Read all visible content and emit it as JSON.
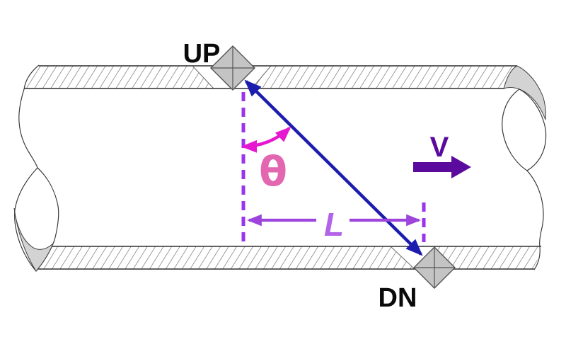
{
  "diagram": {
    "labels": {
      "upstream_transducer": "UP",
      "downstream_transducer": "DN",
      "angle": "θ",
      "path_length": "L",
      "velocity": "V"
    },
    "colors": {
      "beam_arrow": "#1c1cae",
      "reference_dash": "#9933ee",
      "angle_arrow": "#e617d0",
      "angle_symbol": "#e266b0",
      "length_arrow": "#9d44dd",
      "length_label": "#b263e8",
      "velocity": "#5a0b9e",
      "transducer_fill": "#c4c4c4",
      "transducer_edge": "#555555",
      "pipe_wall_hatch": "#585858",
      "pipe_break_fill": "#d3d3d3"
    }
  }
}
